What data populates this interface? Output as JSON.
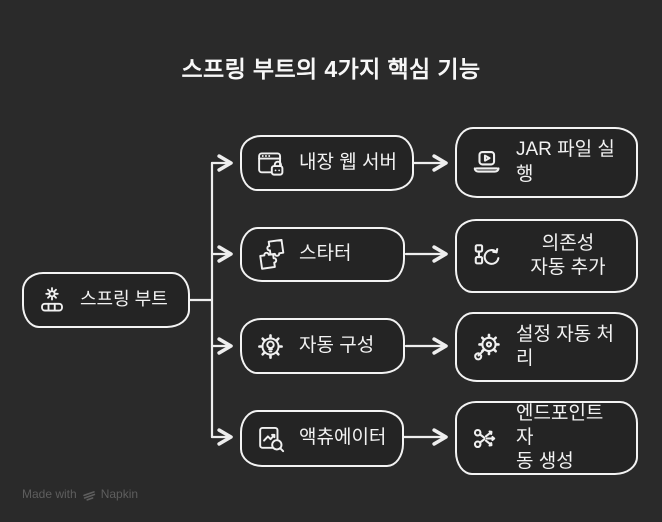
{
  "title": "스프링 부트의 4가지 핵심 기능",
  "diagram": {
    "root": {
      "label": "스프링 부트",
      "icon": "spring-boot-gear-icon"
    },
    "features": [
      {
        "label": "내장 웹 서버",
        "icon": "embedded-web-server-icon",
        "result": {
          "label": "JAR 파일 실행",
          "icon": "laptop-play-icon"
        }
      },
      {
        "label": "스타터",
        "icon": "puzzle-starter-icon",
        "result": {
          "label": "의존성\n자동 추가",
          "icon": "dependency-refresh-icon"
        }
      },
      {
        "label": "자동 구성",
        "icon": "gear-bulb-icon",
        "result": {
          "label": "설정 자동 처리",
          "icon": "gear-wrench-icon"
        }
      },
      {
        "label": "액츄에이터",
        "icon": "chart-magnifier-icon",
        "result": {
          "label": "엔드포인트 자\n동 생성",
          "icon": "endpoint-share-icon"
        }
      }
    ]
  },
  "footer": {
    "made_with": "Made with",
    "brand": "Napkin",
    "logo": "napkin-logo-icon"
  },
  "colors": {
    "background": "#2a2a2a",
    "box_fill": "#242424",
    "border": "#f3f3f3",
    "connector": "#eeeeee",
    "text": "#f2f2f2",
    "footer_text": "#5e5e5e"
  }
}
